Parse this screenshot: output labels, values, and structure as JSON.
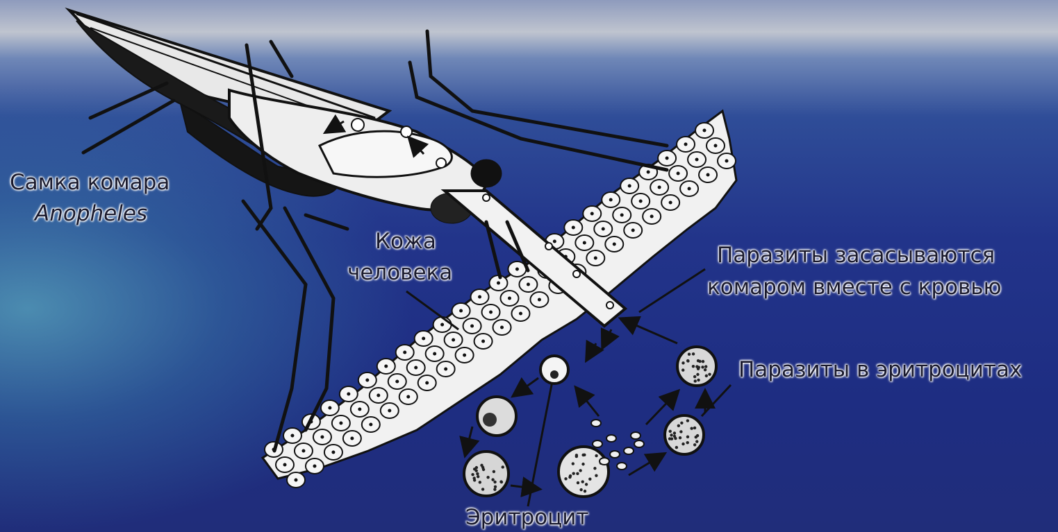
{
  "labels": {
    "mosquito_line1": "Самка комара",
    "mosquito_line2": "Anopheles",
    "skin_line1": "Кожа",
    "skin_line2": "человека",
    "sucked_line1": "Паразиты засасываются",
    "sucked_line2": "комаром вместе с кровью",
    "parasites_rbc": "Паразиты в эритроцитах",
    "erythrocyte": "Эритроцит"
  },
  "colors": {
    "sea_deep": "#1e2d82",
    "sky_band": "#c6c9d2",
    "outline": "#111111",
    "cell_fill": "#f2f2f2"
  },
  "icons": [
    "mosquito-illustration",
    "skin-tissue-illustration",
    "proboscis",
    "blood-cell",
    "merozoite",
    "arrow"
  ]
}
